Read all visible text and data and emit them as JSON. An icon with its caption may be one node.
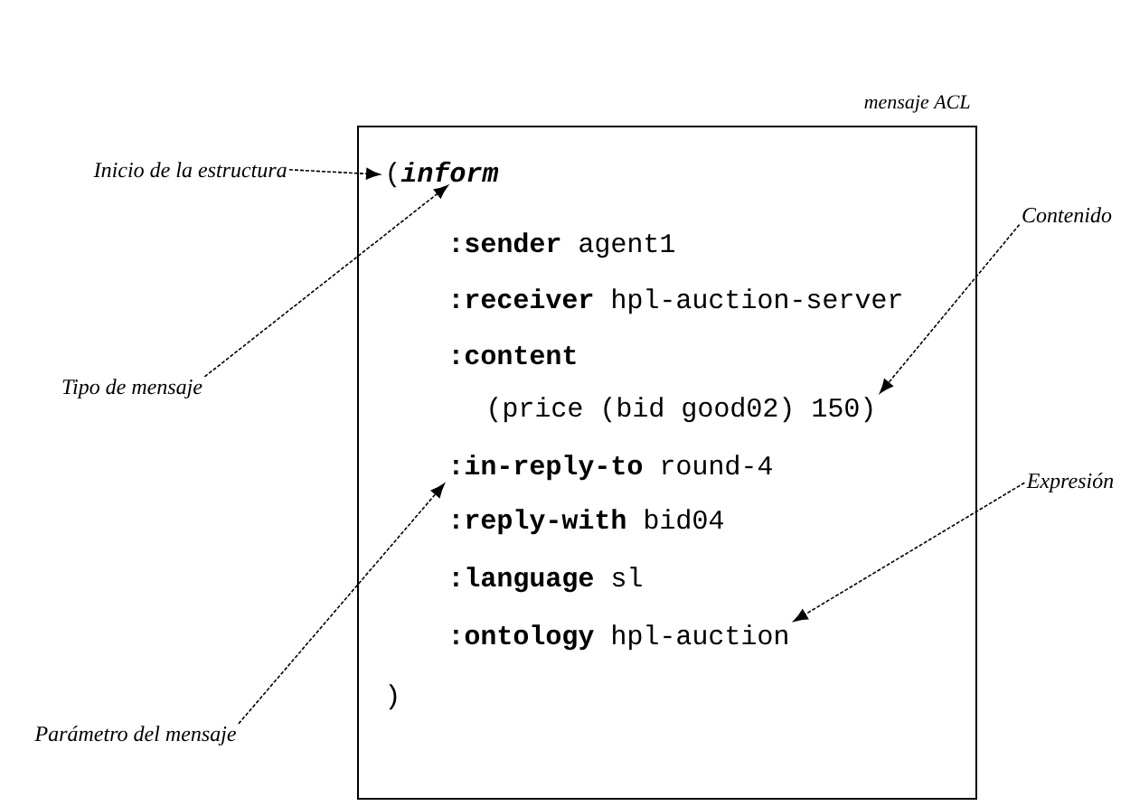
{
  "diagram": {
    "nodes": [
      {
        "text": [
          "mensaje ACL"
        ]
      },
      {
        "text": [
          "("
        ],
        "in": 0
      },
      {
        "text": [
          "inform"
        ],
        "in": 0
      },
      {
        "text": [
          "**:sender** agent1"
        ],
        "in": 0
      },
      {
        "text": [
          "**:receiver** hpl-auction-server"
        ],
        "in": 0
      },
      {
        "text": [
          "**:content**"
        ],
        "in": 0
      },
      {
        "text": [
          "(price (bid good02) 150)"
        ],
        "in": 0
      },
      {
        "text": [
          "**:in-reply-to** round-4"
        ],
        "in": 0
      },
      {
        "text": [
          "**:reply-with** bid04"
        ],
        "in": 0
      },
      {
        "text": [
          "**:language** sl"
        ],
        "in": 0
      },
      {
        "text": [
          "**:ontology** hpl-auction"
        ],
        "in": 0
      },
      {
        "text": [
          ")"
        ],
        "in": 0
      },
      {
        "text": [
          "Inicio de la estructura"
        ]
      },
      {
        "text": [
          "Tipo de mensaje"
        ]
      },
      {
        "text": [
          "Parámetro del mensaje"
        ]
      },
      {
        "text": [
          "Contenido"
        ]
      },
      {
        "text": [
          "Expresión"
        ]
      }
    ],
    "edges": [
      {
        "from": 12,
        "to": 1,
        "arrow": "to"
      },
      {
        "from": 13,
        "to": 2,
        "arrow": "to"
      },
      {
        "from": 14,
        "to": 7,
        "arrow": "to"
      },
      {
        "from": 15,
        "to": 6,
        "arrow": "to"
      },
      {
        "from": 16,
        "to": 10,
        "arrow": "to"
      }
    ]
  }
}
